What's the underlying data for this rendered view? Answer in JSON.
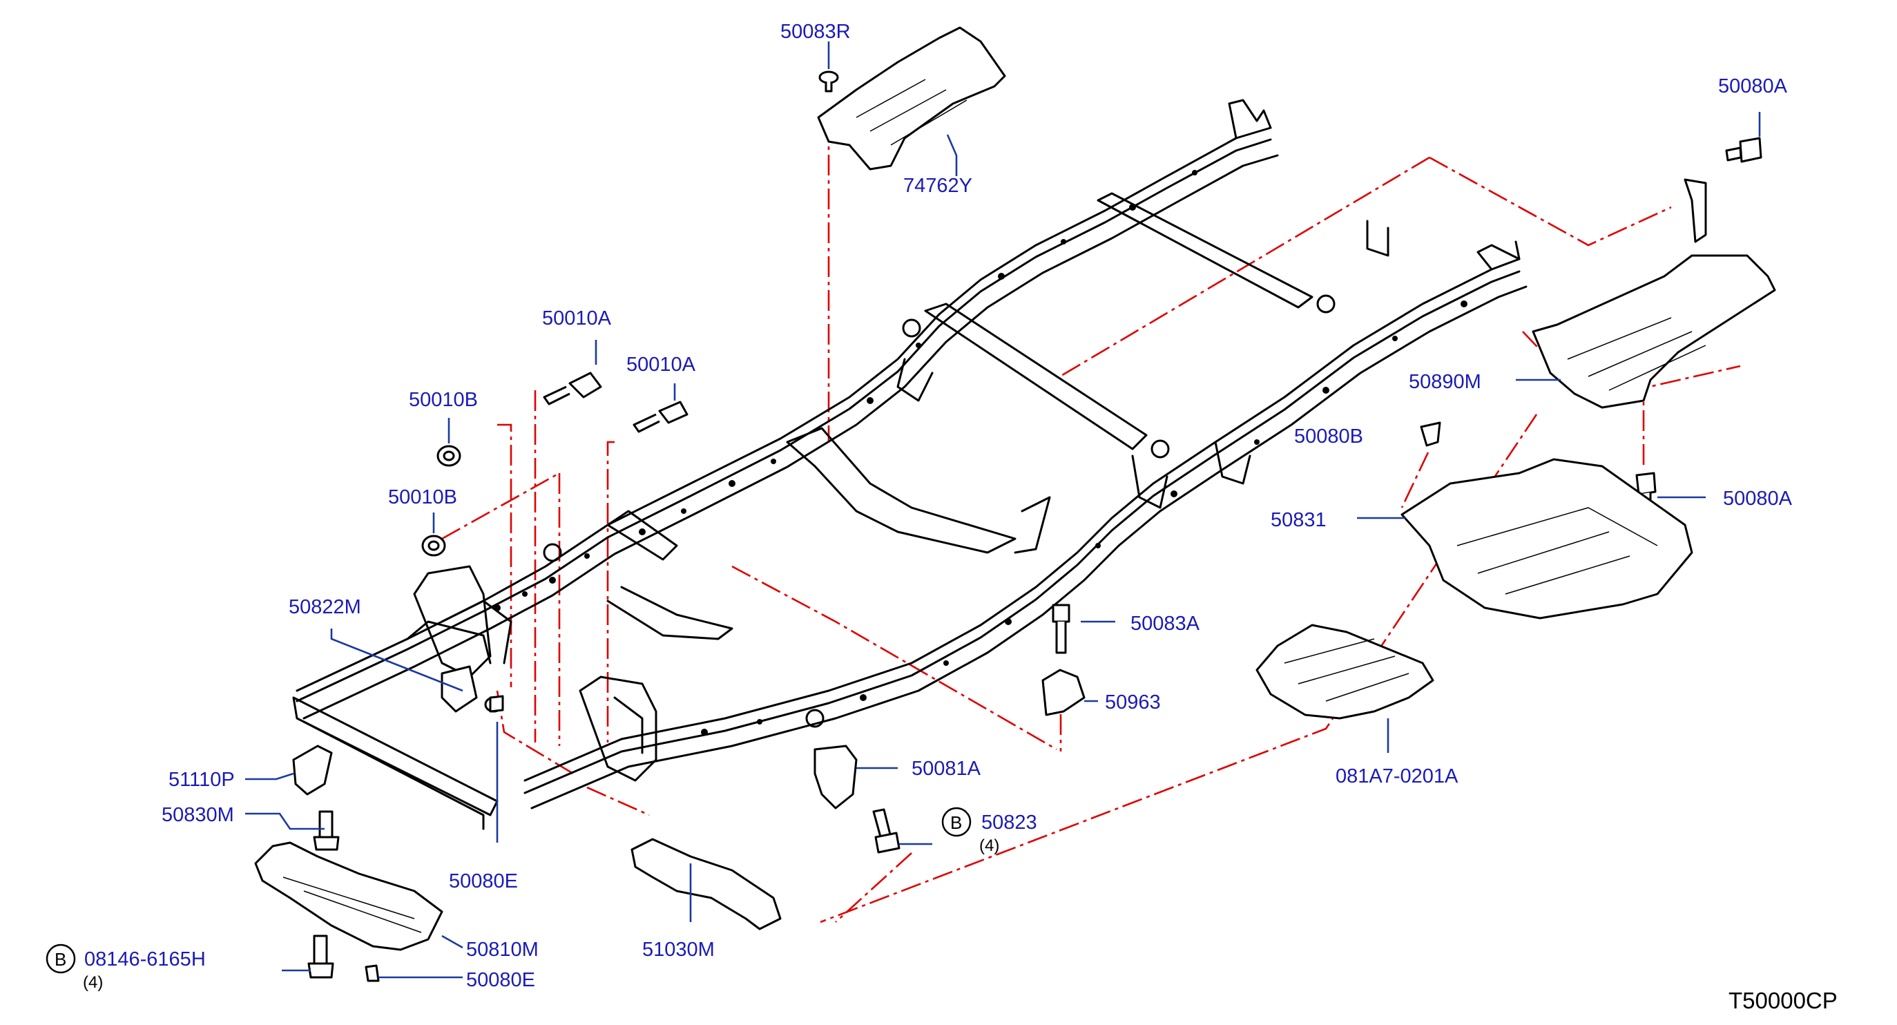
{
  "diagram": {
    "code": "T50000CP",
    "colors": {
      "line": "#000000",
      "label": "#1a1ab8",
      "leader": "#1a3aa0",
      "phantom": "#e00000"
    },
    "part_labels": [
      "50083R",
      "74762Y",
      "50080A",
      "50010A",
      "50010A",
      "50010B",
      "50010B",
      "50890M",
      "50080B",
      "50080A",
      "50831",
      "50822M",
      "50083A",
      "50963",
      "51110P",
      "50081A",
      "50823",
      "081A7-0201A",
      "50830M",
      "50080E",
      "50810M",
      "51030M",
      "08146-6165H",
      "50080E"
    ],
    "qty_labels": [
      "(4)",
      "(4)"
    ],
    "b_marks": [
      "B",
      "B"
    ]
  }
}
